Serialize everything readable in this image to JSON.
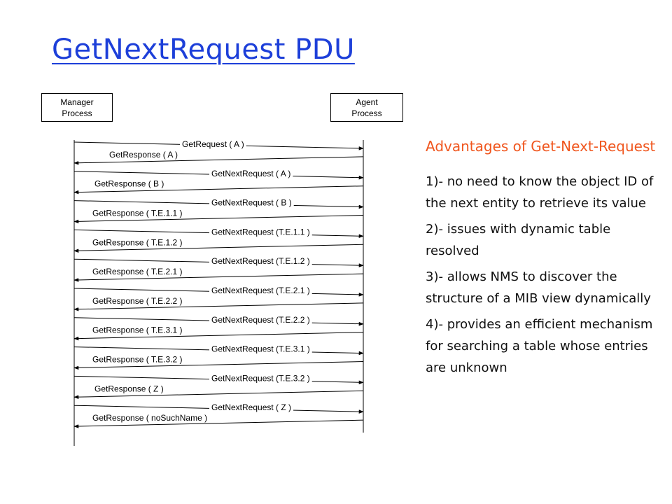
{
  "title": "GetNextRequest PDU",
  "diagram": {
    "manager": {
      "line1": "Manager",
      "line2": "Process"
    },
    "agent": {
      "line1": "Agent",
      "line2": "Process"
    },
    "messages": [
      {
        "label": "GetRequest ( A )",
        "dir": "right"
      },
      {
        "label": "GetResponse ( A )",
        "dir": "left"
      },
      {
        "label": "GetNextRequest ( A )",
        "dir": "right"
      },
      {
        "label": "GetResponse ( B )",
        "dir": "left"
      },
      {
        "label": "GetNextRequest ( B )",
        "dir": "right"
      },
      {
        "label": "GetResponse ( T.E.1.1 )",
        "dir": "left"
      },
      {
        "label": "GetNextRequest (T.E.1.1 )",
        "dir": "right"
      },
      {
        "label": "GetResponse ( T.E.1.2 )",
        "dir": "left"
      },
      {
        "label": "GetNextRequest (T.E.1.2 )",
        "dir": "right"
      },
      {
        "label": "GetResponse ( T.E.2.1 )",
        "dir": "left"
      },
      {
        "label": "GetNextRequest (T.E.2.1 )",
        "dir": "right"
      },
      {
        "label": "GetResponse ( T.E.2.2 )",
        "dir": "left"
      },
      {
        "label": "GetNextRequest (T.E.2.2 )",
        "dir": "right"
      },
      {
        "label": "GetResponse ( T.E.3.1 )",
        "dir": "left"
      },
      {
        "label": "GetNextRequest (T.E.3.1 )",
        "dir": "right"
      },
      {
        "label": "GetResponse ( T.E.3.2 )",
        "dir": "left"
      },
      {
        "label": "GetNextRequest (T.E.3.2 )",
        "dir": "right"
      },
      {
        "label": "GetResponse ( Z )",
        "dir": "left"
      },
      {
        "label": "GetNextRequest ( Z )",
        "dir": "right"
      },
      {
        "label": "GetResponse ( noSuchName )",
        "dir": "left"
      }
    ]
  },
  "side": {
    "heading": "Advantages of Get-Next-Request",
    "points": [
      "1)- no need to know the object ID of the next entity to retrieve its value",
      "2)- issues with dynamic table resolved",
      "3)- allows NMS to discover the structure of a MIB view dynamically",
      "4)- provides an efficient mechanism for searching a table whose entries are unknown"
    ]
  }
}
